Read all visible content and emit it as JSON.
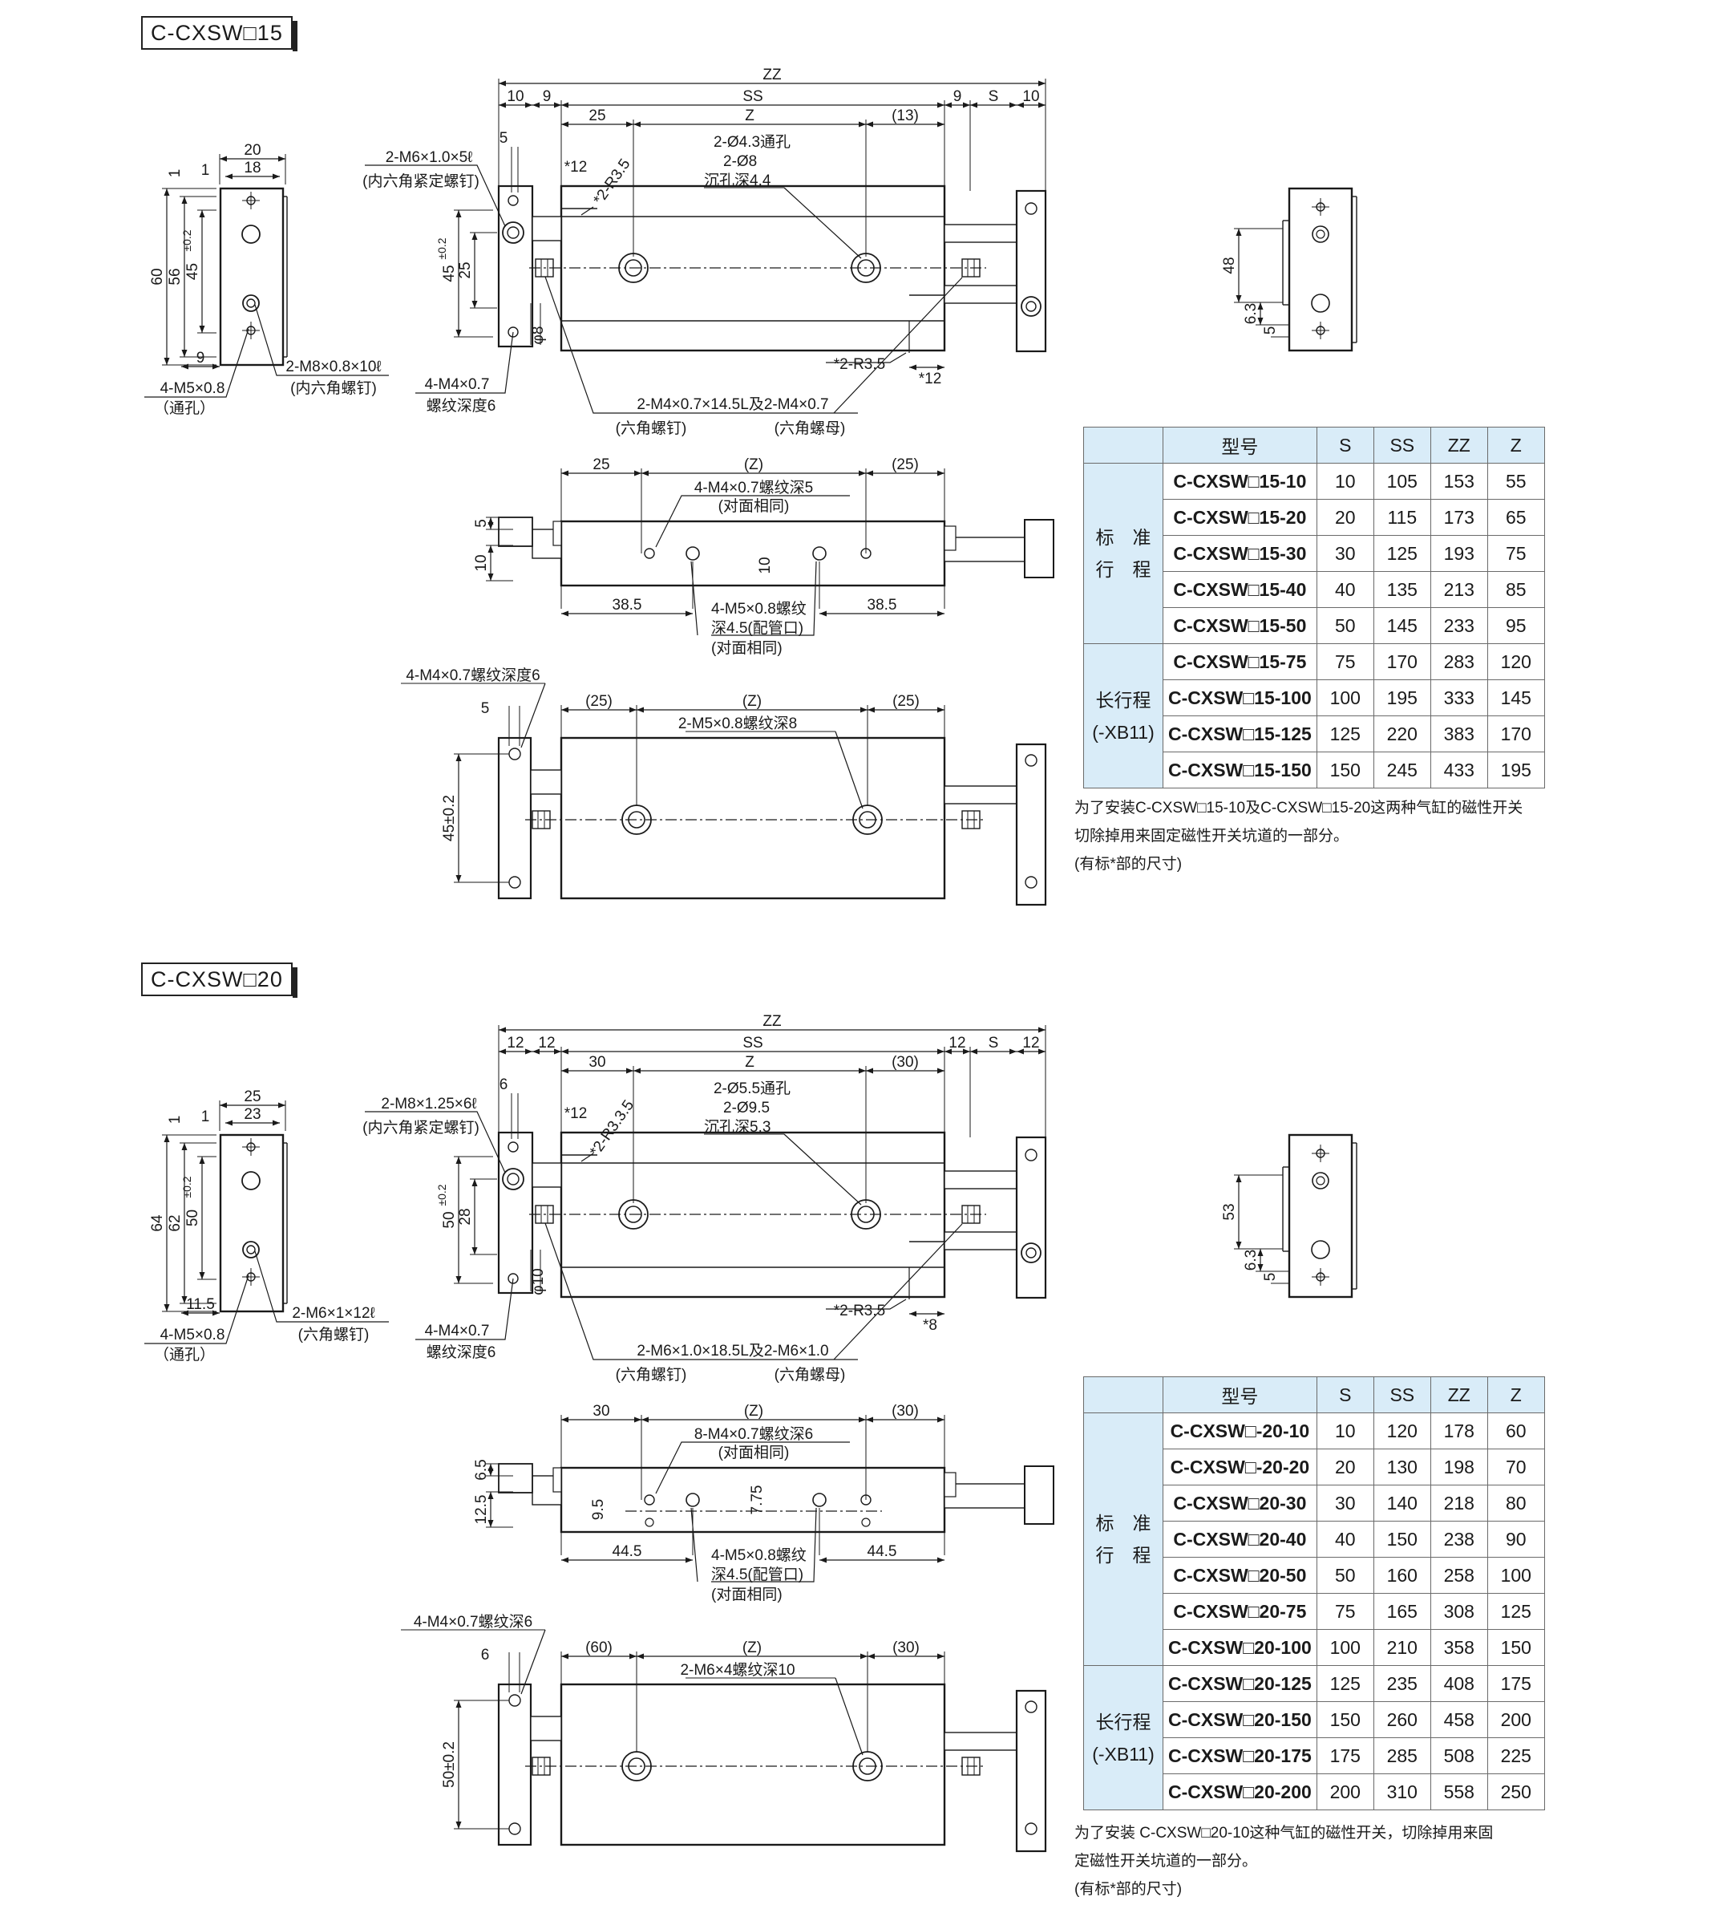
{
  "sections": [
    {
      "tag": "C-CXSW□15",
      "front": {
        "zz": "ZZ",
        "d10a": "10",
        "d9a": "9",
        "ss": "SS",
        "d9b": "9",
        "s": "S",
        "d10b": "10",
        "d25": "25",
        "z": "Z",
        "d13": "(13)",
        "d5": "5",
        "hole1": "2-Ø4.3通孔",
        "hole2": "2-Ø8",
        "hole3": "沉孔深4.4",
        "r12top": "*12",
        "r35top": "*2-R3.5",
        "set_screw": "2-M6×1.0×5ℓ",
        "set_screw_note": "(内六角紧定螺钉)",
        "h45": "45",
        "tol45": "±0.2",
        "h25": "25",
        "phi8": "φ8",
        "tap": "4-M4×0.7",
        "tap_depth": "螺纹深度6",
        "bolt": "2-M4×0.7×14.5L及2-M4×0.7",
        "bolt_a": "(六角螺钉)",
        "bolt_b": "(六角螺母)",
        "r35bot": "*2-R3.5",
        "r12bot": "*12"
      },
      "side": {
        "w20": "20",
        "w18": "18",
        "d1a": "1",
        "d1b": "1",
        "h60": "60",
        "h56": "56",
        "h45": "45",
        "tol45": "±0.2",
        "d9": "9",
        "thru": "4-M5×0.8",
        "thru_note": "（通孔）",
        "cap": "2-M8×0.8×10ℓ",
        "cap_note": "(内六角螺钉)"
      },
      "top": {
        "d25": "25",
        "z": "(Z)",
        "d25b": "(25)",
        "tap": "4-M4×0.7螺纹深5",
        "tap_note": "(对面相同)",
        "d5": "5",
        "d10": "10",
        "d10b": "10",
        "d385a": "38.5",
        "d385b": "38.5",
        "port": "4-M5×0.8螺纹",
        "port2": "深4.5(配管口)",
        "port_note": "(对面相同)"
      },
      "bottom": {
        "tap": "4-M4×0.7螺纹深度6",
        "d5": "5",
        "d25a": "(25)",
        "z": "(Z)",
        "d25b": "(25)",
        "thread": "2-M5×0.8螺纹深8",
        "h45": "45±0.2"
      },
      "end": {
        "h48": "48",
        "d63": "6.3",
        "d5": "5"
      },
      "table": {
        "headers": [
          "型号",
          "S",
          "SS",
          "ZZ",
          "Z"
        ],
        "groups": [
          {
            "label": "标　准\n行　程",
            "rows": [
              [
                "C-CXSW□15-10",
                "10",
                "105",
                "153",
                "55"
              ],
              [
                "C-CXSW□15-20",
                "20",
                "115",
                "173",
                "65"
              ],
              [
                "C-CXSW□15-30",
                "30",
                "125",
                "193",
                "75"
              ],
              [
                "C-CXSW□15-40",
                "40",
                "135",
                "213",
                "85"
              ],
              [
                "C-CXSW□15-50",
                "50",
                "145",
                "233",
                "95"
              ]
            ]
          },
          {
            "label": "长行程\n(-XB11)",
            "rows": [
              [
                "C-CXSW□15-75",
                "75",
                "170",
                "283",
                "120"
              ],
              [
                "C-CXSW□15-100",
                "100",
                "195",
                "333",
                "145"
              ],
              [
                "C-CXSW□15-125",
                "125",
                "220",
                "383",
                "170"
              ],
              [
                "C-CXSW□15-150",
                "150",
                "245",
                "433",
                "195"
              ]
            ]
          }
        ]
      },
      "notes": [
        "为了安装C-CXSW□15-10及C-CXSW□15-20这两种气缸的磁性开关",
        "切除掉用来固定磁性开关坑道的一部分。",
        "(有标*部的尺寸)"
      ]
    },
    {
      "tag": "C-CXSW□20",
      "front": {
        "zz": "ZZ",
        "d10a": "12",
        "d9a": "12",
        "ss": "SS",
        "d9b": "12",
        "s": "S",
        "d10b": "12",
        "d25": "30",
        "z": "Z",
        "d13": "(30)",
        "d5": "6",
        "hole1": "2-Ø5.5通孔",
        "hole2": "2-Ø9.5",
        "hole3": "沉孔深5.3",
        "r12top": "*12",
        "r35top": "*2-R3.3.5",
        "set_screw": "2-M8×1.25×6ℓ",
        "set_screw_note": "(内六角紧定螺钉)",
        "h45": "50",
        "tol45": "±0.2",
        "h25": "28",
        "phi8": "φ10",
        "tap": "4-M4×0.7",
        "tap_depth": "螺纹深度6",
        "bolt": "2-M6×1.0×18.5L及2-M6×1.0",
        "bolt_a": "(六角螺钉)",
        "bolt_b": "(六角螺母)",
        "r35bot": "*2-R3.5",
        "r12bot": "*8"
      },
      "side": {
        "w20": "25",
        "w18": "23",
        "d1a": "1",
        "d1b": "1",
        "h60": "64",
        "h56": "62",
        "h45": "50",
        "tol45": "±0.2",
        "d9": "11.5",
        "thru": "4-M5×0.8",
        "thru_note": "（通孔）",
        "cap": "2-M6×1×12ℓ",
        "cap_note": "(六角螺钉)"
      },
      "top": {
        "d25": "30",
        "z": "(Z)",
        "d25b": "(30)",
        "tap": "8-M4×0.7螺纹深6",
        "tap_note": "(对面相同)",
        "d5": "6.5",
        "d10": "12.5",
        "d10b": "7.75",
        "d95": "9.5",
        "d385a": "44.5",
        "d385b": "44.5",
        "port": "4-M5×0.8螺纹",
        "port2": "深4.5(配管口)",
        "port_note": "(对面相同)"
      },
      "bottom": {
        "tap": "4-M4×0.7螺纹深6",
        "d5": "6",
        "d25a": "(60)",
        "z": "(Z)",
        "d25b": "(30)",
        "thread": "2-M6×4螺纹深10",
        "h45": "50±0.2"
      },
      "end": {
        "h48": "53",
        "d63": "6.3",
        "d5": "5"
      },
      "table": {
        "headers": [
          "型号",
          "S",
          "SS",
          "ZZ",
          "Z"
        ],
        "groups": [
          {
            "label": "标　准\n行　程",
            "rows": [
              [
                "C-CXSW□-20-10",
                "10",
                "120",
                "178",
                "60"
              ],
              [
                "C-CXSW□-20-20",
                "20",
                "130",
                "198",
                "70"
              ],
              [
                "C-CXSW□20-30",
                "30",
                "140",
                "218",
                "80"
              ],
              [
                "C-CXSW□20-40",
                "40",
                "150",
                "238",
                "90"
              ],
              [
                "C-CXSW□20-50",
                "50",
                "160",
                "258",
                "100"
              ],
              [
                "C-CXSW□20-75",
                "75",
                "165",
                "308",
                "125"
              ],
              [
                "C-CXSW□20-100",
                "100",
                "210",
                "358",
                "150"
              ]
            ]
          },
          {
            "label": "长行程\n(-XB11)",
            "rows": [
              [
                "C-CXSW□20-125",
                "125",
                "235",
                "408",
                "175"
              ],
              [
                "C-CXSW□20-150",
                "150",
                "260",
                "458",
                "200"
              ],
              [
                "C-CXSW□20-175",
                "175",
                "285",
                "508",
                "225"
              ],
              [
                "C-CXSW□20-200",
                "200",
                "310",
                "558",
                "250"
              ]
            ]
          }
        ]
      },
      "notes": [
        "为了安装 C-CXSW□20-10这种气缸的磁性开关，切除掉用来固",
        "定磁性开关坑道的一部分。",
        "(有标*部的尺寸)"
      ]
    }
  ]
}
